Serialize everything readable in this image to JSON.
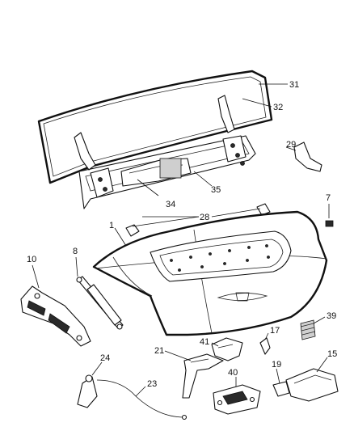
{
  "callouts": {
    "c1": "1",
    "c7": "7",
    "c8": "8",
    "c10": "10",
    "c15": "15",
    "c17": "17",
    "c19": "19",
    "c21": "21",
    "c23": "23",
    "c24": "24",
    "c28": "28",
    "c29": "29",
    "c31": "31",
    "c32": "32",
    "c34": "34",
    "c35": "35",
    "c39": "39",
    "c40": "40",
    "c41": "41"
  }
}
